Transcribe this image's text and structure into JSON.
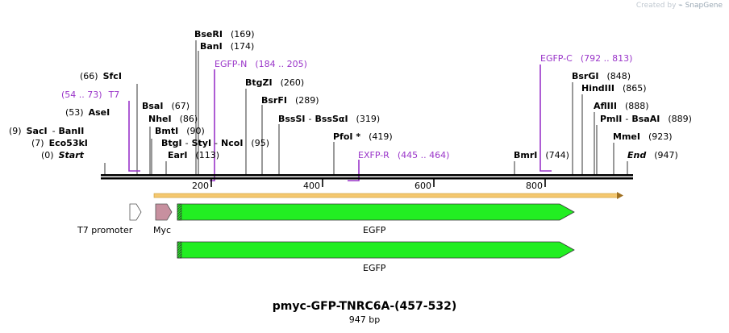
{
  "watermark": {
    "prefix": "Created by",
    "brand": "SnapGene"
  },
  "plasmid": {
    "name": "pmyc-GFP-TNRC6A-(457-532)",
    "length_label": "947 bp"
  },
  "ticks": [
    "200",
    "400",
    "600",
    "800"
  ],
  "sites": [
    {
      "num": "(169)",
      "name": "BseRI"
    },
    {
      "num": "(174)",
      "name": "BanI"
    },
    {
      "num": "(66)",
      "name": "SfcI"
    },
    {
      "num": "(260)",
      "name": "BtgZI"
    },
    {
      "num": "(53)",
      "name": "AseI"
    },
    {
      "num": "(67)",
      "name": "BsaI"
    },
    {
      "num": "(289)",
      "name": "BsrFI"
    },
    {
      "num": "(86)",
      "name": "NheI"
    },
    {
      "num": "(319)",
      "name": "BssSI",
      "name2": "BssSαI"
    },
    {
      "num": "(9)",
      "name": "SacI",
      "name2": "BanII"
    },
    {
      "num": "(90)",
      "name": "BmtI"
    },
    {
      "num": "(419)",
      "name": "PfoI *"
    },
    {
      "num": "(7)",
      "name": "Eco53kI"
    },
    {
      "num": "(95)",
      "name": "BtgI",
      "name2": "StyI",
      "name3": "NcoI"
    },
    {
      "num": "(0)",
      "name": "Start"
    },
    {
      "num": "(113)",
      "name": "EarI"
    },
    {
      "num": "(848)",
      "name": "BsrGI"
    },
    {
      "num": "(865)",
      "name": "HindIII"
    },
    {
      "num": "(888)",
      "name": "AflIII"
    },
    {
      "num": "(889)",
      "name": "PmlI",
      "name2": "BsaAI"
    },
    {
      "num": "(923)",
      "name": "MmeI"
    },
    {
      "num": "(744)",
      "name": "BmrI"
    },
    {
      "num": "(947)",
      "name": "End"
    }
  ],
  "primers": [
    {
      "name": "EGFP-N",
      "range": "(184 .. 205)"
    },
    {
      "name": "T7",
      "range": "(54 .. 73)"
    },
    {
      "name": "EXFP-R",
      "range": "(445 .. 464)"
    },
    {
      "name": "EGFP-C",
      "range": "(792 .. 813)"
    }
  ],
  "features": [
    {
      "name": "T7 promoter",
      "color": "#ffffff"
    },
    {
      "name": "Myc",
      "color": "#c7909f"
    },
    {
      "name": "EGFP",
      "color": "#22ee22"
    },
    {
      "name": "EGFP",
      "color": "#22ee22"
    }
  ],
  "colors": {
    "primer": "#9a35c9",
    "orf": "#f5c870",
    "backbone": "#000000"
  }
}
